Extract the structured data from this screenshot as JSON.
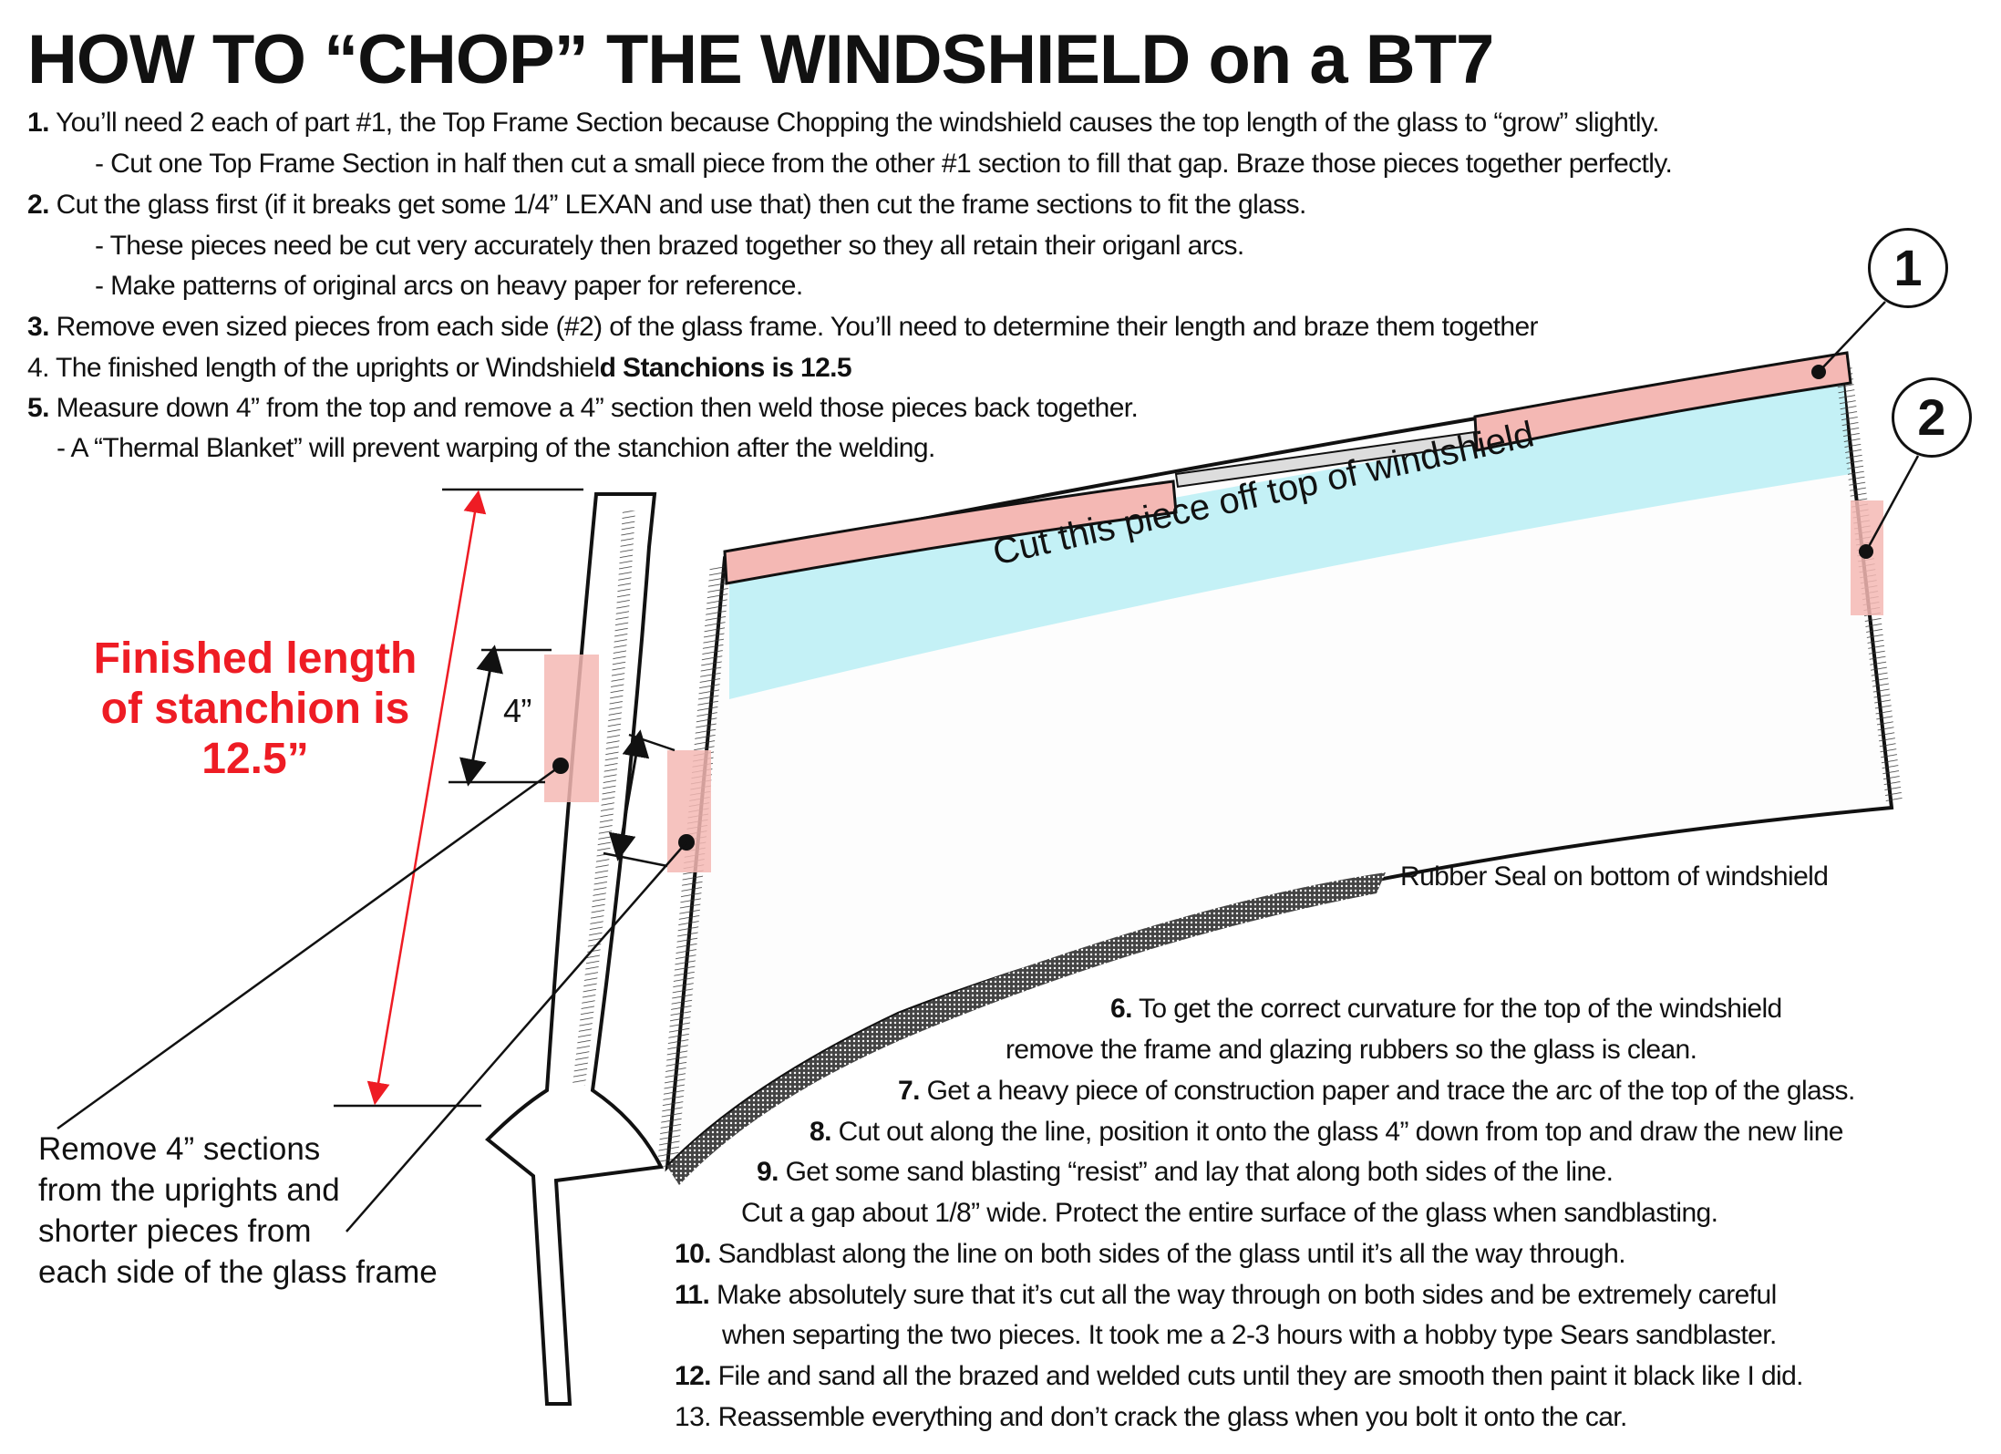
{
  "title": "HOW TO “CHOP” THE  WINDSHIELD on a  BT7",
  "steps_top": [
    {
      "num": "1.",
      "text": " You’ll need 2 each of  part #1, the Top Frame Section because Chopping the windshield causes the top length of the glass to “grow” slightly."
    },
    {
      "num": "",
      "text": "- Cut one Top Frame Section in half then cut a small piece from the other #1 section to fill that gap. Braze those pieces together perfectly."
    },
    {
      "num": "2.",
      "text": " Cut the glass first (if it breaks get some 1/4” LEXAN and use that) then cut the frame sections to fit the glass."
    },
    {
      "num": "",
      "text": "- These pieces need be cut very accurately then brazed  together so they all retain their origanl arcs."
    },
    {
      "num": "",
      "text": "- Make patterns of original arcs on heavy paper for reference."
    },
    {
      "num": "3.",
      "text": " Remove even sized pieces from each side (#2) of the glass frame.  You’ll need to determine their length and braze them together"
    },
    {
      "num": "",
      "text": "4. The finished length of the  uprights  or  Windshiel",
      "bold_tail": "d Stanchions  is 12.5"
    },
    {
      "num": "5.",
      "text": " Measure down 4” from the top and remove a 4” section then weld those pieces back together."
    },
    {
      "num": "",
      "text": "- A “Thermal Blanket” will prevent warping of the stanchion after the welding."
    }
  ],
  "steps_bottom": [
    {
      "num": "6.",
      "text": "  To get the correct curvature for the top of the windshield"
    },
    {
      "num": "",
      "text": "remove the frame and glazing rubbers so the glass is clean."
    },
    {
      "num": "7.",
      "text": " Get a heavy piece of construction paper and trace the arc of the top of the glass."
    },
    {
      "num": "8.",
      "text": " Cut out along the line, position it onto the glass 4” down from top and draw the new line"
    },
    {
      "num": "9.",
      "text": " Get some sand blasting “resist” and lay that along both sides of the line."
    },
    {
      "num": "",
      "text": "Cut  a gap about 1/8” wide.   Protect the entire surface of the glass when sandblasting."
    },
    {
      "num": "10.",
      "text": " Sandblast along the line on both sides of the glass until it’s all the way through."
    },
    {
      "num": "11.",
      "text": " Make absolutely sure that it’s cut all the way through on both sides and be extremely careful"
    },
    {
      "num": "",
      "text": "when separting the two pieces.  It took me a 2-3 hours with a hobby type Sears sandblaster."
    },
    {
      "num": "12.",
      "text": " File and sand all the brazed and welded cuts until they are smooth then paint it black like I did."
    },
    {
      "num": "",
      "text": "13. Reassemble everything and don’t crack the glass when you bolt it onto the car."
    }
  ],
  "labels": {
    "finished_length": [
      "Finished  length",
      "of stanchion is",
      "12.5”"
    ],
    "four_inch": "4”",
    "remove_sections": [
      "Remove  4” sections",
      "from the uprights and",
      "shorter pieces from",
      "each side of the glass frame"
    ],
    "rubber_seal": "Rubber Seal on bottom of windshield",
    "cut_piece": "Cut this piece off top of windshield",
    "callout_1": "1",
    "callout_2": "2"
  },
  "colors": {
    "highlight_pink": "#f4b8b4",
    "band_blue": "#c4f1f6",
    "accent_red": "#ee1c24"
  }
}
